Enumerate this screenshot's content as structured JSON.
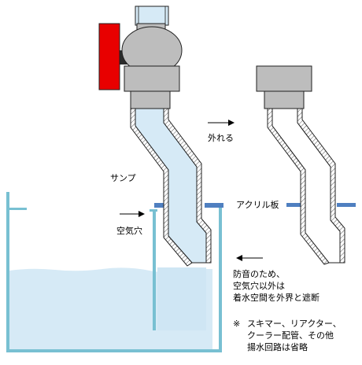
{
  "labels": {
    "sump": "サンプ",
    "air_hole": "空気穴",
    "detach": "外れる",
    "acrylic_plate": "アクリル板",
    "note_seal": "防音のため、\n空気穴以外は\n着水空間を外界と遮断",
    "note_omitted_mark": "※",
    "note_omitted": "スキマー、リアクター、\nクーラー配管、その他\n揚水回路は省略"
  },
  "colors": {
    "water": "#d6eaf6",
    "tank_wall": "#78c0d2",
    "acrylic": "#4f7fc0",
    "valve_gray": "#bdbdbd",
    "valve_handle": "#e80000",
    "outline": "#202020"
  }
}
